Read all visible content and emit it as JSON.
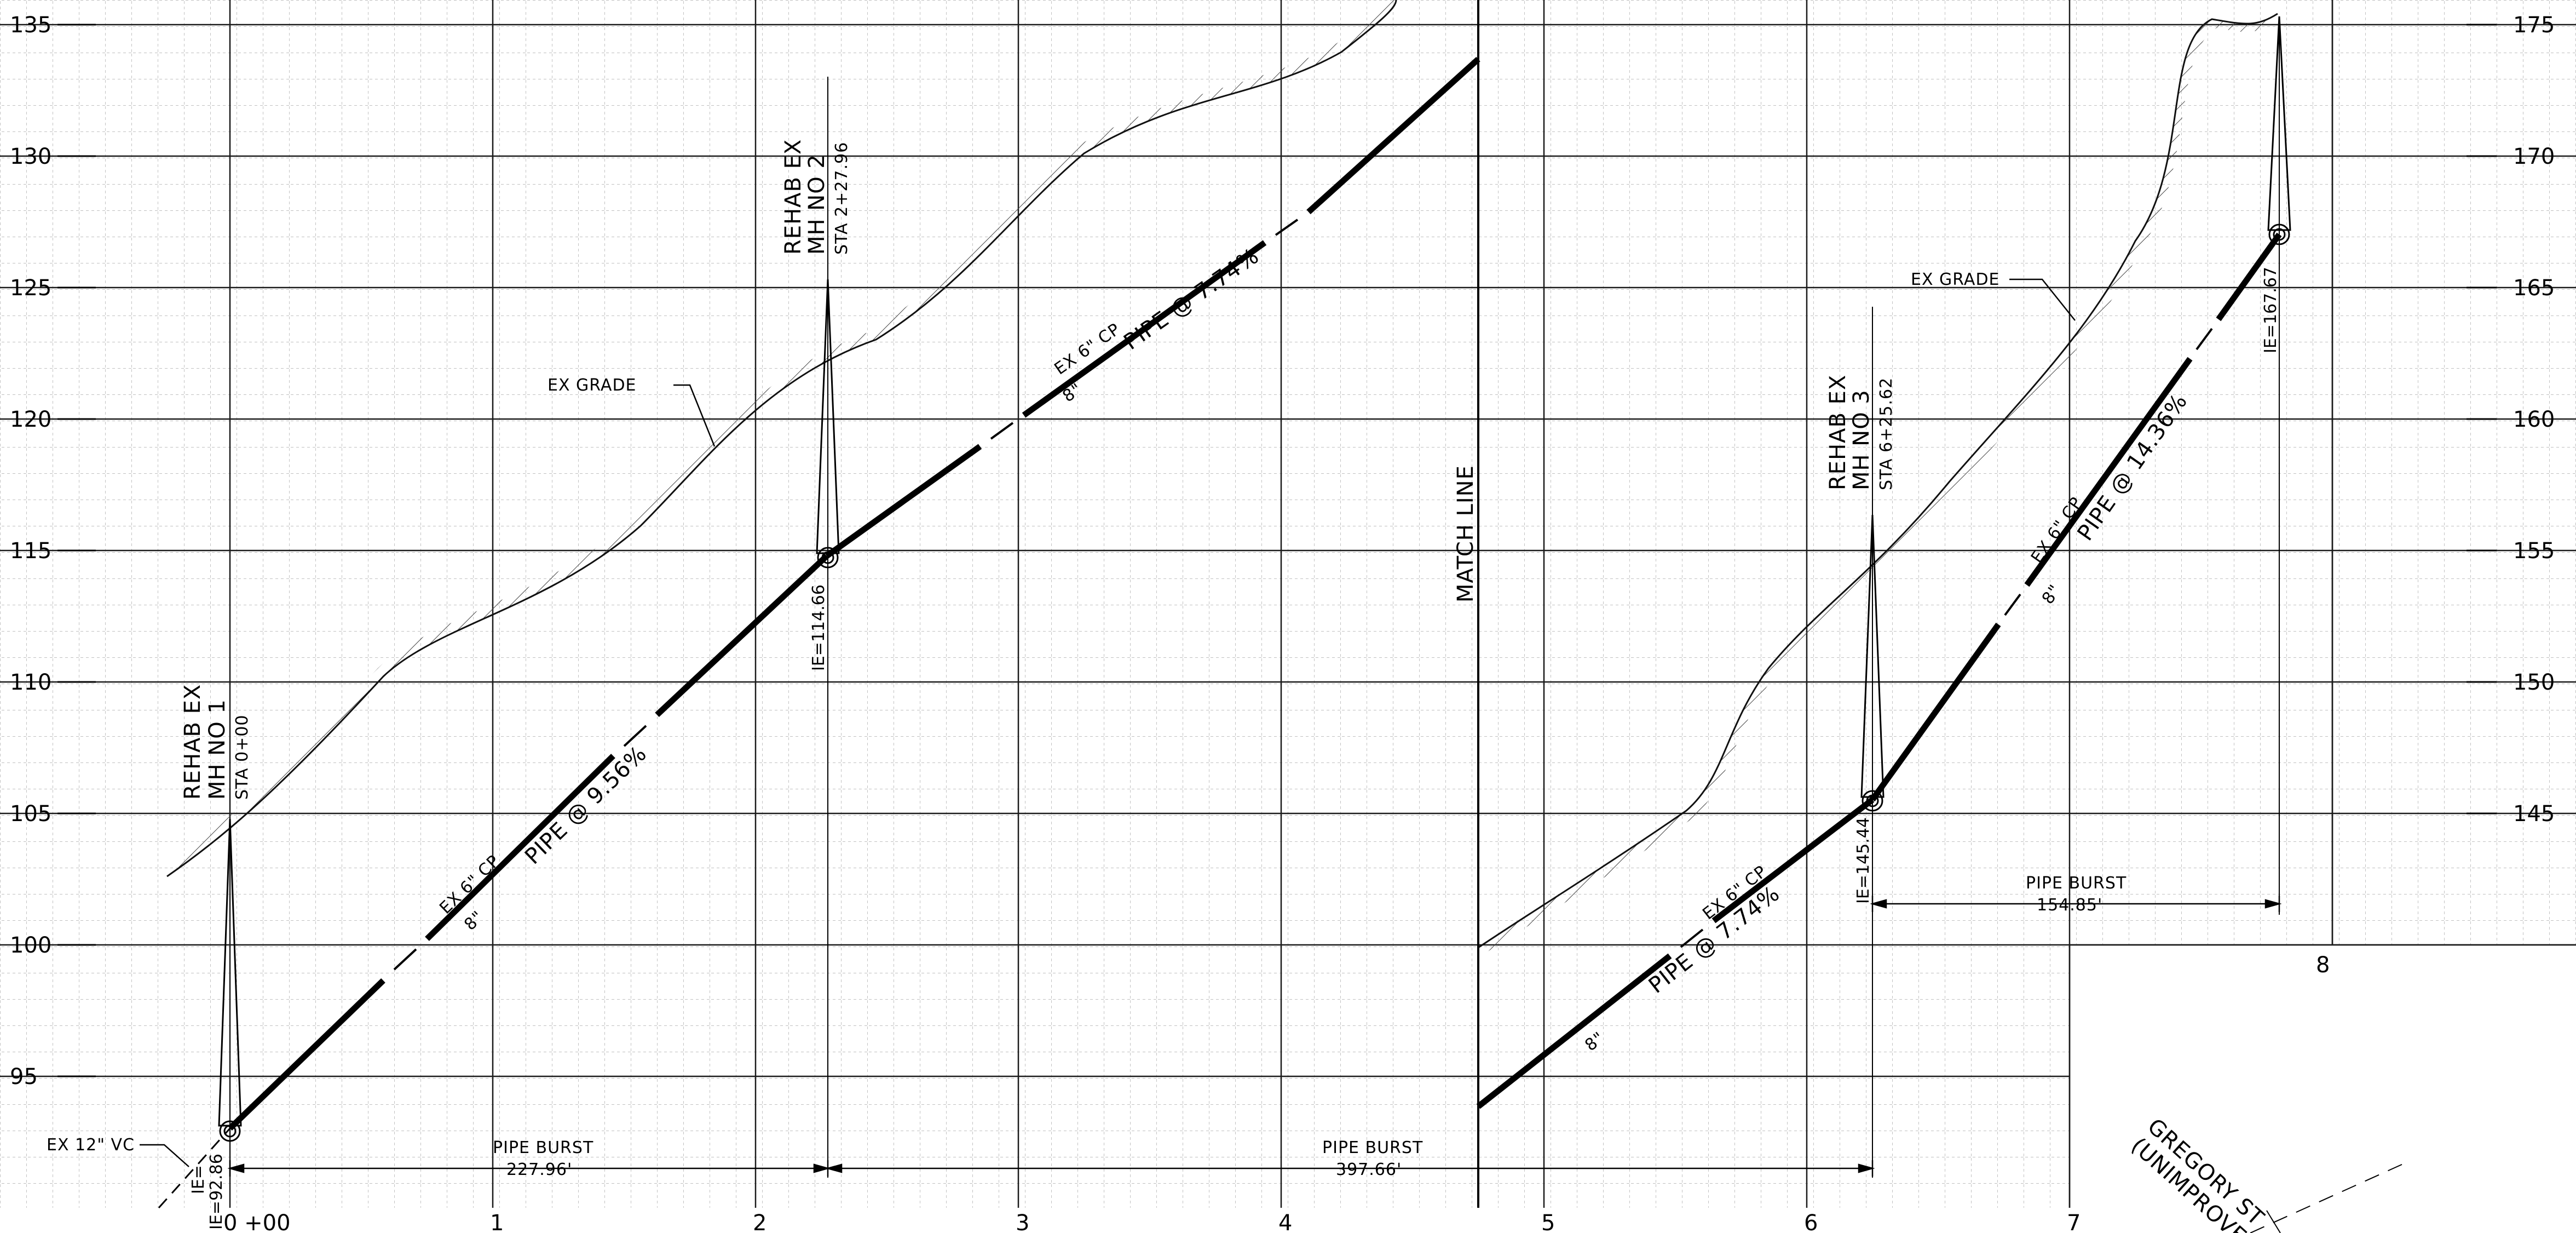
{
  "elevation_scale_left": [
    "95",
    "100",
    "105",
    "110",
    "115",
    "120",
    "125",
    "130",
    "135"
  ],
  "elevation_scale_right": [
    "145",
    "150",
    "155",
    "160",
    "165",
    "170",
    "175"
  ],
  "station_labels": [
    "0 +00",
    "1",
    "2",
    "3",
    "4",
    "5",
    "6",
    "7",
    "8"
  ],
  "manholes": [
    {
      "title_line1": "REHAB EX",
      "title_line2": "MH NO 1",
      "station": "STA 0+00",
      "ie": "IE=92.86"
    },
    {
      "title_line1": "REHAB EX",
      "title_line2": "MH NO 2",
      "station": "STA 2+27.96",
      "ie": "IE=114.66"
    },
    {
      "title_line1": "REHAB EX",
      "title_line2": "MH NO 3",
      "station": "STA 6+25.62",
      "ie": "IE=145.44"
    },
    {
      "ie": "IE=167.67"
    }
  ],
  "pipe_segments": [
    {
      "existing_label": "EX 6\" CP",
      "size": "8\"",
      "slope_label": "PIPE @ 9.56%"
    },
    {
      "existing_label": "EX 6\" CP",
      "size": "8\"",
      "slope_label": "PIPE @ 7.74%"
    },
    {
      "existing_label": "EX 6\" CP",
      "size": "8\"",
      "slope_label": "PIPE @ 7.74%"
    },
    {
      "existing_label": "EX 6\" CP",
      "size": "8\"",
      "slope_label": "PIPE @ 14.36%"
    }
  ],
  "pipe_burst": [
    {
      "label": "PIPE BURST",
      "length": "227.96'"
    },
    {
      "label": "PIPE BURST",
      "length": "397.66'"
    },
    {
      "label": "PIPE BURST",
      "length": "154.85'"
    }
  ],
  "labels": {
    "ex_grade": "EX GRADE",
    "ex_grade_right": "EX GRADE",
    "match_line": "MATCH LINE",
    "ex_vc": "EX 12\" VC",
    "ie_left_line1": "IE=",
    "street_line1": "GREGORY ST",
    "street_line2": "(UNIMPROVED)"
  }
}
